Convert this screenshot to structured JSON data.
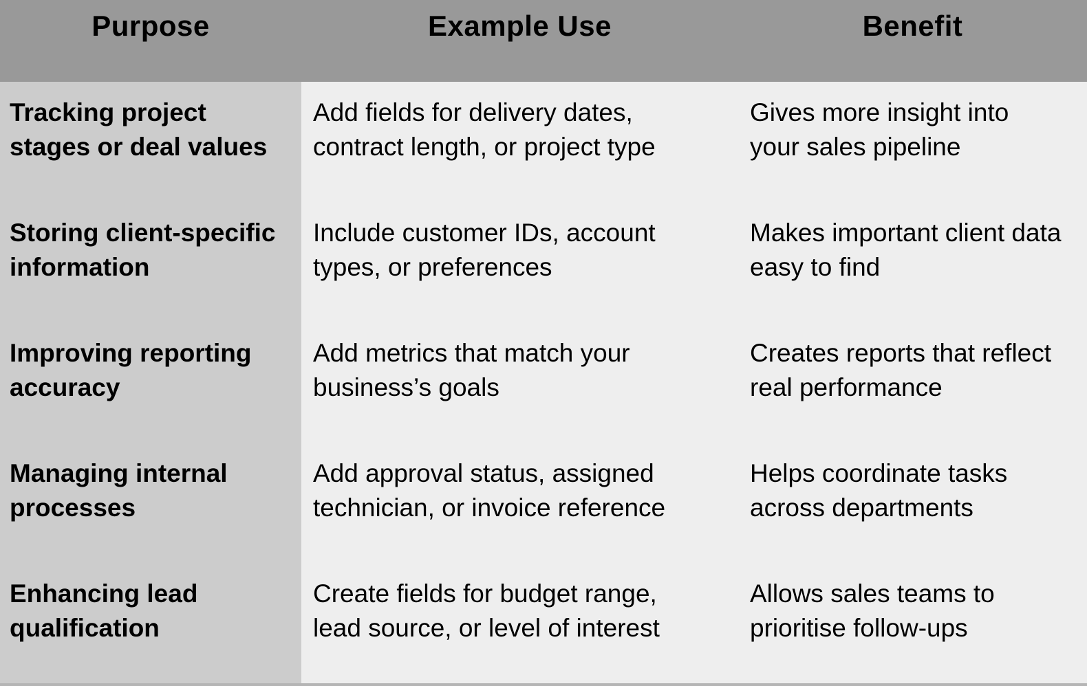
{
  "colors": {
    "header_bg": "#999999",
    "purpose_column_bg": "#cccccc",
    "body_bg": "#eeeeee",
    "bottom_edge": "#b5b5b5",
    "text": "#000000"
  },
  "table": {
    "headers": {
      "purpose": "Purpose",
      "example_use": "Example Use",
      "benefit": "Benefit"
    },
    "rows": [
      {
        "purpose": "Tracking project\nstages or deal values",
        "example_use": "Add fields for delivery dates,\ncontract length, or project type",
        "benefit": "Gives more insight into\nyour sales pipeline"
      },
      {
        "purpose": "Storing client-specific\ninformation",
        "example_use": "Include customer IDs, account\ntypes, or preferences",
        "benefit": "Makes important client data\neasy to find"
      },
      {
        "purpose": "Improving reporting\naccuracy",
        "example_use": "Add metrics that match your\nbusiness’s goals",
        "benefit": "Creates reports that reflect\nreal performance"
      },
      {
        "purpose": "Managing internal\nprocesses",
        "example_use": "Add approval status, assigned\ntechnician, or invoice reference",
        "benefit": "Helps coordinate tasks\nacross departments"
      },
      {
        "purpose": "Enhancing lead\nqualification",
        "example_use": "Create fields for budget range,\nlead source, or level of interest",
        "benefit": "Allows sales teams to\nprioritise follow-ups"
      }
    ]
  }
}
